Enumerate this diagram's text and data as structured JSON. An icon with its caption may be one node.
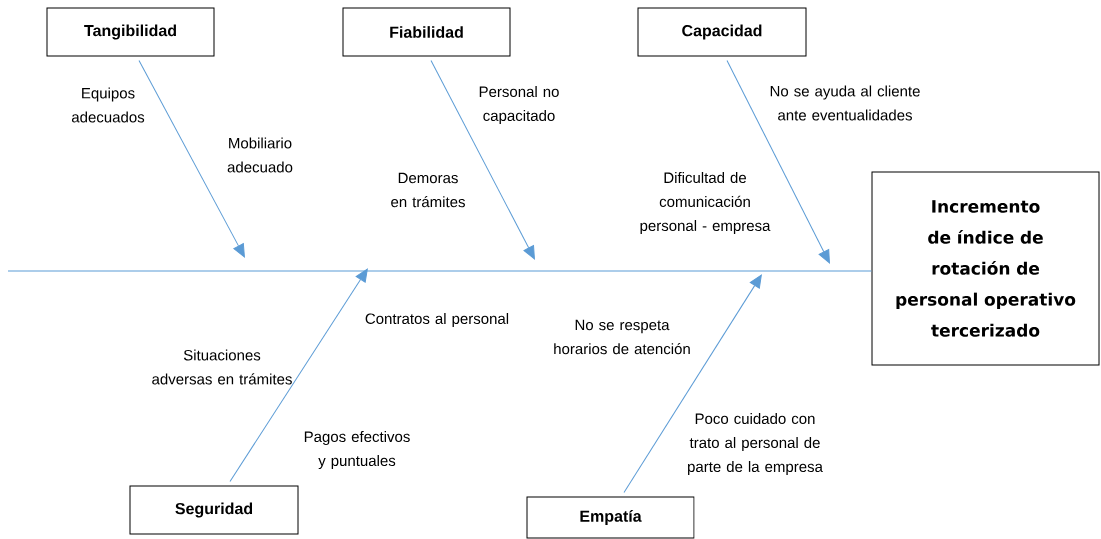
{
  "diagram": {
    "nodes": [
      {
        "text": [
          "Tangibilidad"
        ]
      },
      {
        "text": [
          "Fiabilidad"
        ]
      },
      {
        "text": [
          "Capacidad"
        ]
      },
      {
        "text": [
          "Incremento de índice de rotación de personal operativo tercerizado"
        ]
      },
      {
        "text": [
          "Seguridad"
        ]
      },
      {
        "text": [
          "Empatía"
        ]
      }
    ],
    "edges": [
      {
        "from": 0,
        "to": null,
        "arrow": "to"
      },
      {
        "from": 1,
        "to": null,
        "arrow": "to"
      },
      {
        "from": 2,
        "to": null,
        "arrow": "to"
      },
      {
        "from": 4,
        "to": null,
        "arrow": "to"
      },
      {
        "from": 5,
        "to": null,
        "arrow": "to"
      },
      {
        "from": null,
        "to": 3,
        "arrow": "none"
      }
    ],
    "labels": [
      "Equipos adecuados",
      "Personal no capacitado",
      "No se ayuda al cliente ante eventualidades",
      "Mobiliario adecuado",
      "Demoras en trámites",
      "Dificultad de comunicación personal - empresa",
      "Contratos al personal",
      "No se respeta horarios de atención",
      "Situaciones adversas en trámites",
      "Pagos efectivos y puntuales",
      "Poco cuidado con trato al personal de parte de la empresa"
    ]
  }
}
